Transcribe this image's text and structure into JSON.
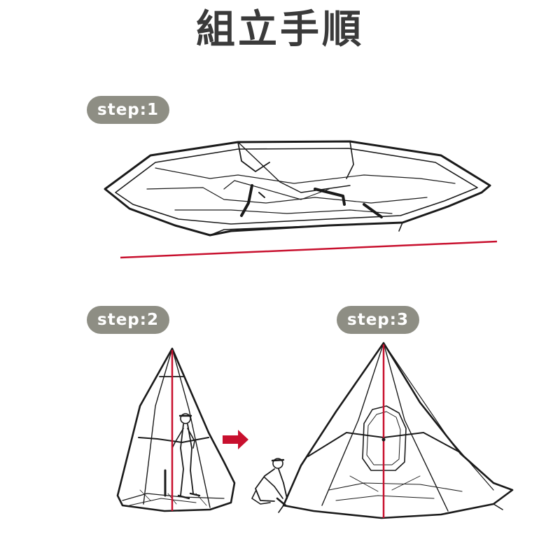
{
  "title": "組立手順",
  "steps": [
    {
      "label": "step:1"
    },
    {
      "label": "step:2"
    },
    {
      "label": "step:3"
    }
  ],
  "colors": {
    "badge": "#8e8e84",
    "title": "#3a3a3a",
    "accent": "#c8102e",
    "line": "#1a1a1a"
  },
  "icons": {
    "arrow": "arrow-right-icon"
  }
}
